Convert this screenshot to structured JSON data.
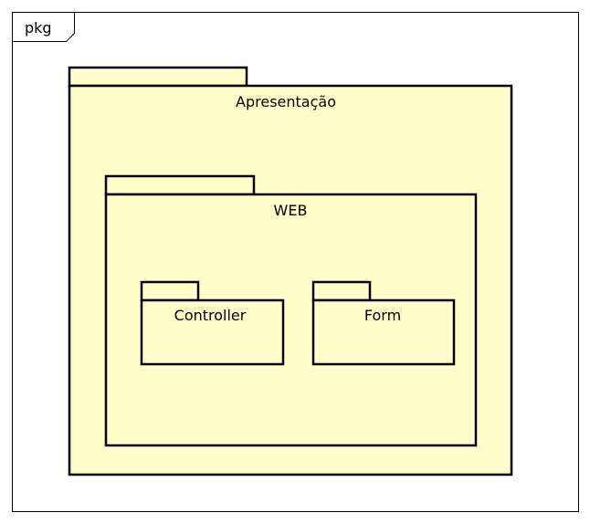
{
  "frame": {
    "label": "pkg"
  },
  "packages": {
    "apresentacao": {
      "label": "Apresentação"
    },
    "web": {
      "label": "WEB"
    },
    "controller": {
      "label": "Controller"
    },
    "form": {
      "label": "Form"
    }
  },
  "colors": {
    "package_fill": "#ffffcc",
    "stroke": "#000000",
    "background": "#ffffff"
  }
}
